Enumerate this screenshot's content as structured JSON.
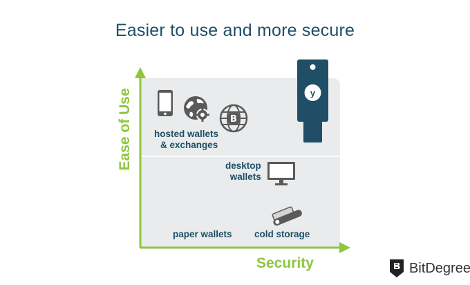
{
  "title": "Easier to use and more secure",
  "axes": {
    "y_label": "Ease of Use",
    "x_label": "Security"
  },
  "items": {
    "hosted": {
      "line1": "hosted wallets",
      "line2": "& exchanges"
    },
    "desktop": {
      "line1": "desktop",
      "line2": "wallets"
    },
    "paper": "paper wallets",
    "cold": "cold storage",
    "yubikey_letter": "y"
  },
  "brand": {
    "name": "BitDegree"
  },
  "colors": {
    "title": "#1f4e66",
    "axis": "#8dc63f",
    "quadrant": "#e9ebec",
    "icon": "#1f4e66",
    "icon_gray": "#5a5a5a"
  },
  "icons": [
    "smartphone-icon",
    "globe-gear-icon",
    "bitcoin-globe-icon",
    "yubikey-icon",
    "desktop-monitor-icon",
    "hardware-wallet-icon",
    "bitdegree-logo-icon"
  ]
}
